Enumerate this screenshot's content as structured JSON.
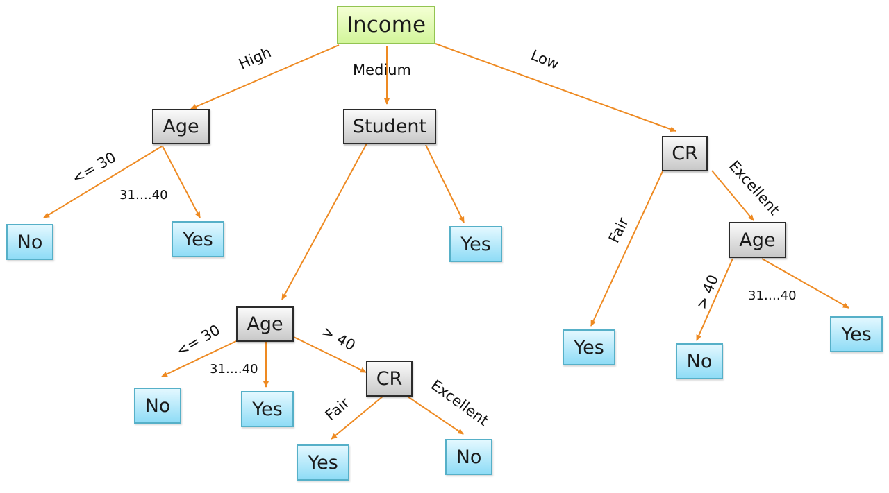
{
  "nodes": {
    "income": "Income",
    "age_high": "Age",
    "student": "Student",
    "cr_low": "CR",
    "no_1": "No",
    "yes_1": "Yes",
    "yes_2": "Yes",
    "age_student": "Age",
    "no_2": "No",
    "yes_3": "Yes",
    "cr_student": "CR",
    "yes_4": "Yes",
    "no_3": "No",
    "yes_5": "Yes",
    "age_cr": "Age",
    "no_4": "No",
    "yes_6": "Yes"
  },
  "edges": {
    "high": "High",
    "medium": "Medium",
    "low": "Low",
    "le30_a": "<= 30",
    "r3140_a": "31….40",
    "le30_b": "<= 30",
    "r3140_b": "31….40",
    "gt40_b": "> 40",
    "fair_b": "Fair",
    "excellent_b": "Excellent",
    "fair_c": "Fair",
    "excellent_c": "Excellent",
    "gt40_c": "> 40",
    "r3140_c": "31….40"
  },
  "colors": {
    "edge": "#ee8a22",
    "root_fill": "#d2f59a",
    "attr_fill": "#c8c8c8",
    "leaf_fill": "#8fdcf6"
  }
}
